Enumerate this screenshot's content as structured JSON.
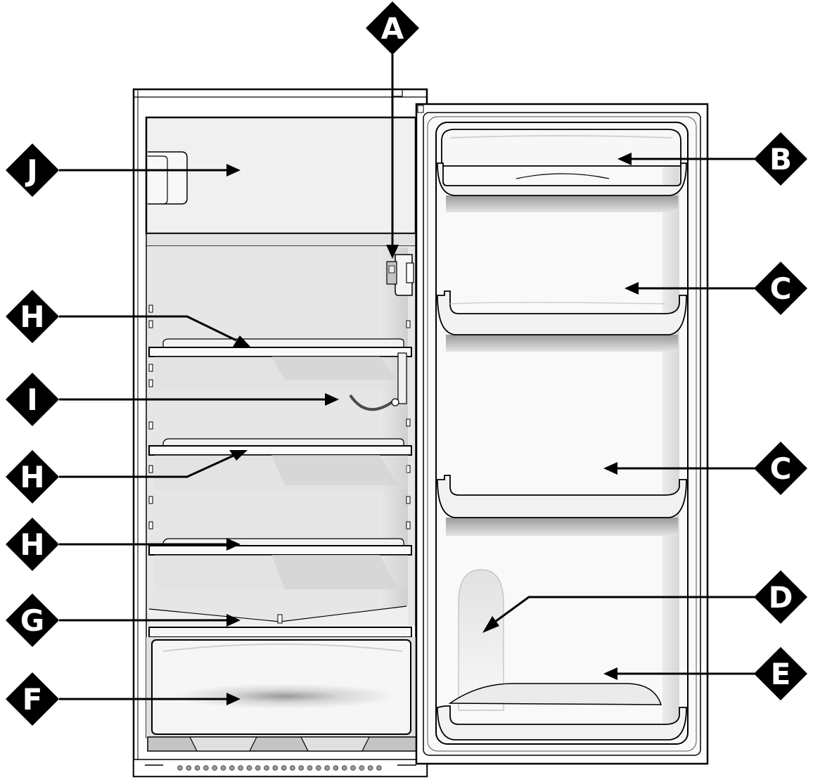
{
  "callouts": {
    "a": "A",
    "b": "B",
    "c1": "C",
    "c2": "C",
    "d": "D",
    "e": "E",
    "f": "F",
    "g": "G",
    "h1": "H",
    "h2": "H",
    "h3": "H",
    "i": "I",
    "j": "J"
  },
  "colors": {
    "ink": "#000000",
    "interior": "#e9e9e9",
    "shelf": "#f6f6f6",
    "shadow": "#bdbdbd"
  }
}
